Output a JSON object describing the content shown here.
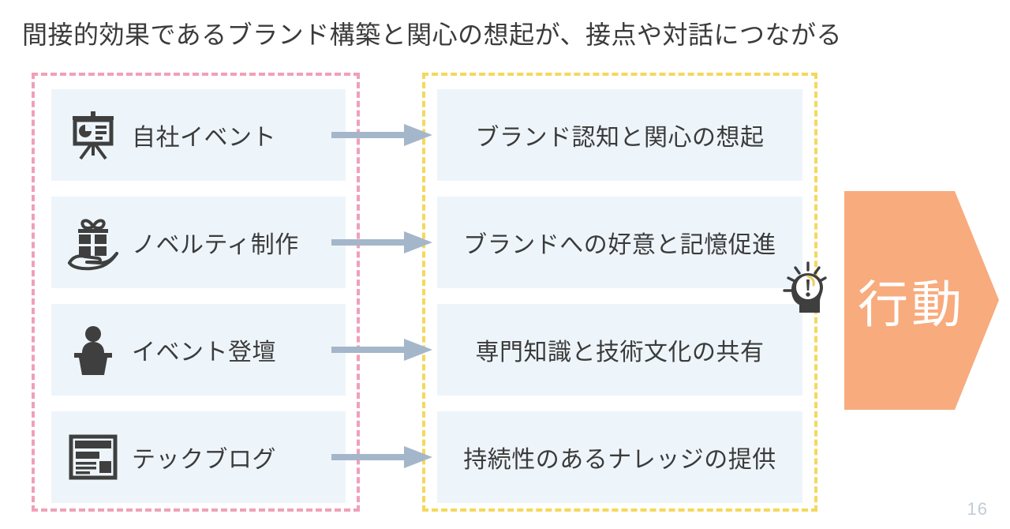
{
  "slide": {
    "title": "間接的効果であるブランド構築と関心の想起が、接点や対話につながる",
    "page_number": "16"
  },
  "colors": {
    "card_bg": "#eef5fa",
    "left_group_border": "#f0a0b8",
    "right_group_border": "#f5d85c",
    "arrow": "#a4b6ca",
    "action_shape": "#f8ab7d",
    "text": "#3b3b3b",
    "page_number": "#c2ccd6"
  },
  "left_group": {
    "border_style": "dashed-pink",
    "items": [
      {
        "icon": "presentation-board-icon",
        "label": "自社イベント"
      },
      {
        "icon": "gift-on-hand-icon",
        "label": "ノベルティ制作"
      },
      {
        "icon": "speaker-podium-icon",
        "label": "イベント登壇"
      },
      {
        "icon": "article-layout-icon",
        "label": "テックブログ"
      }
    ]
  },
  "right_group": {
    "border_style": "dashed-yellow",
    "items": [
      {
        "label": "ブランド認知と関心の想起"
      },
      {
        "label": "ブランドへの好意と記憶促進"
      },
      {
        "label": "専門知識と技術文化の共有"
      },
      {
        "label": "持続性のあるナレッジの提供"
      }
    ]
  },
  "arrows": {
    "count": 4,
    "direction": "right"
  },
  "outcome": {
    "icon": "head-idea-lightbulb-icon",
    "label": "行動"
  }
}
